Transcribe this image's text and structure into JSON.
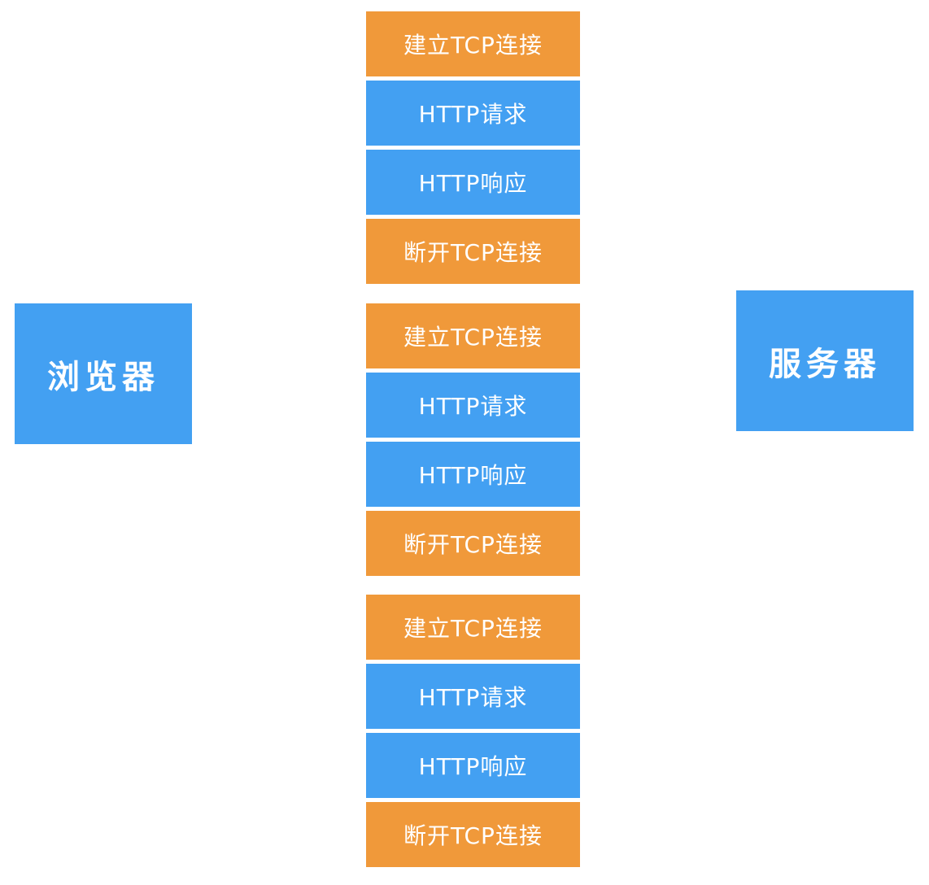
{
  "browser": {
    "label": "浏览器"
  },
  "server": {
    "label": "服务器"
  },
  "colors": {
    "tcp": "#f0993a",
    "http": "#43a0f2",
    "endpoint": "#43a0f2"
  },
  "groups": [
    {
      "steps": [
        {
          "label": "建立TCP连接",
          "kind": "tcp"
        },
        {
          "label": "HTTP请求",
          "kind": "http"
        },
        {
          "label": "HTTP响应",
          "kind": "http"
        },
        {
          "label": "断开TCP连接",
          "kind": "tcp"
        }
      ]
    },
    {
      "steps": [
        {
          "label": "建立TCP连接",
          "kind": "tcp"
        },
        {
          "label": "HTTP请求",
          "kind": "http"
        },
        {
          "label": "HTTP响应",
          "kind": "http"
        },
        {
          "label": "断开TCP连接",
          "kind": "tcp"
        }
      ]
    },
    {
      "steps": [
        {
          "label": "建立TCP连接",
          "kind": "tcp"
        },
        {
          "label": "HTTP请求",
          "kind": "http"
        },
        {
          "label": "HTTP响应",
          "kind": "http"
        },
        {
          "label": "断开TCP连接",
          "kind": "tcp"
        }
      ]
    }
  ]
}
